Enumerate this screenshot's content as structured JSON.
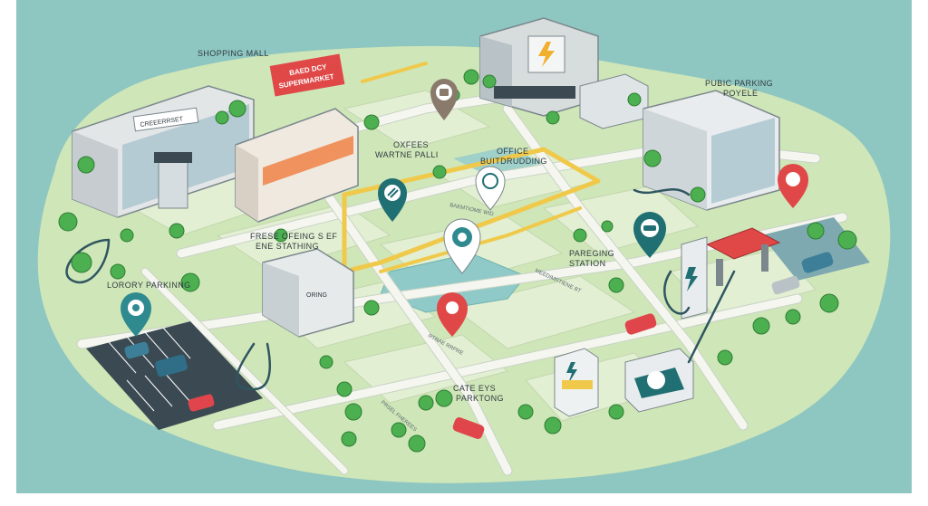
{
  "map": {
    "labels": {
      "shopping_mall": "SHOPPING MALL",
      "supermarket_sign": "SUPERMARKET",
      "supermarket_sign_top": "BAED DCY",
      "mall_sign": "CREEERRSET",
      "public_parking": "PUBIC PARKING",
      "public_parking_2": "POYELE",
      "office_building": "OFFICE",
      "office_building_2": "BUITDRUDDING",
      "coffee_shop": "OXFEES",
      "coffee_shop_2": "WARTNE PALLI",
      "free_ev_station": "FRESE OFEING S EF",
      "free_ev_station_2": "ENE STATHING",
      "parking_station": "PAREGING",
      "parking_station_2": "STATION",
      "lorory_parking": "LORORY PARKINNG",
      "cafe_parking": "CATE EYS",
      "cafe_parking_2": "PARKTONG",
      "road_label_1": "BAEMTIOME WID",
      "road_label_2": "MEEDIMRTIENE BT",
      "road_label_3": "RTRAE RRPRE",
      "road_label_4": "PRSEL FHEREES",
      "small_building_sign": "ORING"
    },
    "pins": [
      {
        "name": "pin-camera",
        "color": "#8a7a6c",
        "icon": "camera-icon"
      },
      {
        "name": "pin-charging-teal",
        "color": "#1f6f73",
        "icon": "plug-icon"
      },
      {
        "name": "pin-charging-white",
        "color": "#ffffff",
        "icon": "car-icon"
      },
      {
        "name": "pin-center",
        "color": "#ffffff",
        "icon": "ev-icon"
      },
      {
        "name": "pin-red-center",
        "color": "#e04848",
        "icon": "location-icon"
      },
      {
        "name": "pin-parking-station",
        "color": "#1f6f73",
        "icon": "car-icon"
      },
      {
        "name": "pin-red-right",
        "color": "#e04848",
        "icon": "location-icon"
      },
      {
        "name": "pin-lorory",
        "color": "#2f8a8f",
        "icon": "ev-icon"
      }
    ],
    "colors": {
      "water": "#8ec6c1",
      "land": "#cfe6b8",
      "block": "#e2efd2",
      "road_yellow": "#f0c94a",
      "pin_red": "#e04848",
      "pin_teal": "#1f6f73",
      "car_red": "#e0454b",
      "car_blue": "#3d7f98"
    }
  }
}
